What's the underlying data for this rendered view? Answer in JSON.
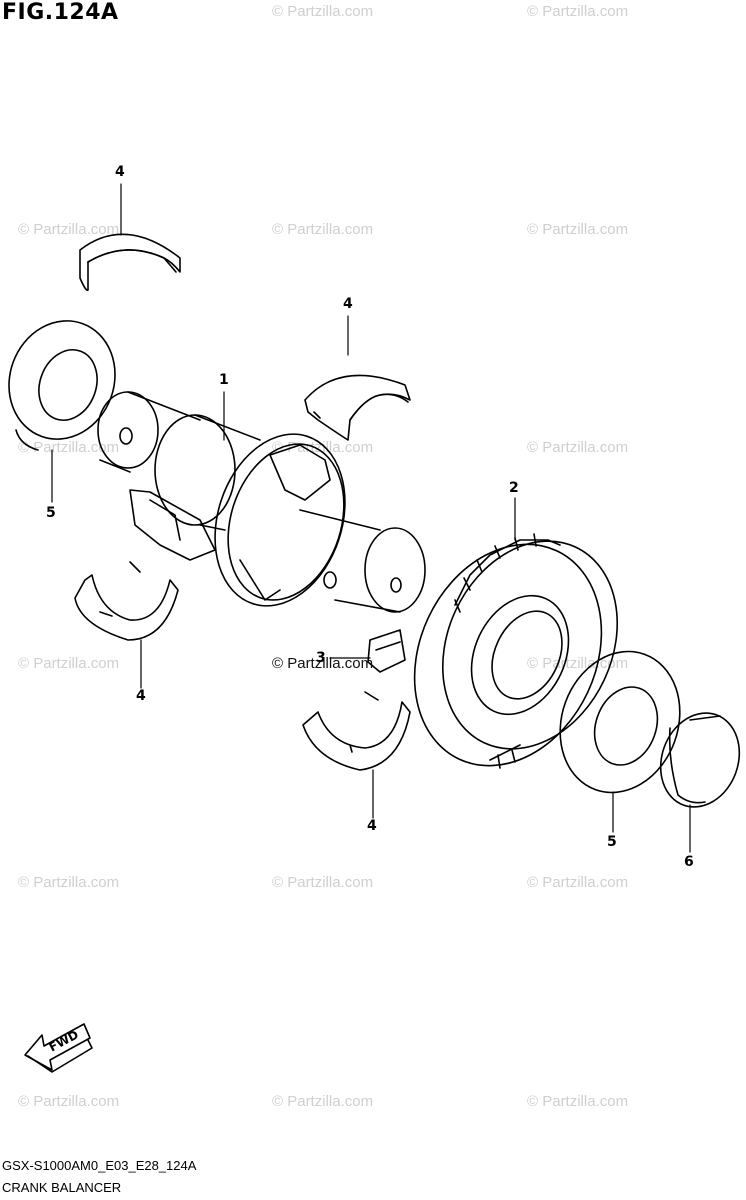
{
  "figure": {
    "title": "FIG.124A",
    "code": "GSX-S1000AM0_E03_E28_124A",
    "name": "CRANK BALANCER"
  },
  "watermark": {
    "text": "© Partzilla.com",
    "color": "#cfcfcf"
  },
  "callouts": {
    "bearing_top_left": "4",
    "bearing_top_right": "4",
    "shaft": "1",
    "gear": "2",
    "key": "3",
    "washer_left": "5",
    "bearing_lower_left": "4",
    "bearing_lower_center": "4",
    "washer_right": "5",
    "cap": "6"
  },
  "fwd_label": "FWD"
}
